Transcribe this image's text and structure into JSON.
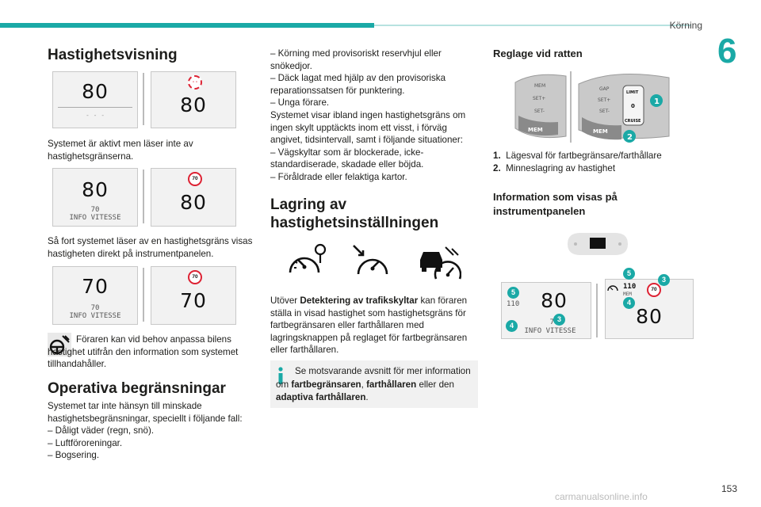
{
  "header": {
    "section": "Körning",
    "chapter": "6"
  },
  "page_number": "153",
  "watermark": "carmanualsonline.info",
  "left": {
    "title": "Hastighetsvisning",
    "displays": [
      {
        "main": "80",
        "secondary": "- - -",
        "sign": "- -",
        "right_main": "80"
      },
      {
        "main": "80",
        "secondary": "70",
        "info": "INFO VITESSE",
        "sign": "70",
        "right_main": "80"
      },
      {
        "main": "70",
        "secondary": "70",
        "info": "INFO VITESSE",
        "sign": "70",
        "right_main": "70"
      }
    ],
    "caption1": "Systemet är aktivt men läser inte av hastighetsgränserna.",
    "caption2": "Så fort systemet läser av en hastighetsgräns visas hastigheten direkt på instrumentpanelen.",
    "note": "Föraren kan vid behov anpassa bilens hastighet utifrån den information som systemet tillhandahåller.",
    "limits_title": "Operativa begränsningar",
    "limits_intro": "Systemet tar inte hänsyn till minskade hastighetsbegränsningar, speciellt i följande fall:",
    "limits_list": [
      "– Dåligt väder (regn, snö).",
      "– Luftföroreningar.",
      "– Bogsering."
    ]
  },
  "middle": {
    "list": [
      "– Körning med provisoriskt reservhjul eller snökedjor.",
      "– Däck lagat med hjälp av den provisoriska reparationssatsen för punktering.",
      "– Unga förare."
    ],
    "paragraph": "Systemet visar ibland ingen hastighetsgräns om ingen skylt upptäckts inom ett visst, i förväg angivet, tidsintervall, samt i följande situationer:",
    "list2": [
      "– Vägskyltar som är blockerade, icke-standardiserade, skadade eller böjda.",
      "– Föråldrade eller felaktiga kartor."
    ],
    "storage_title": "Lagring av hastighetsinställningen",
    "storage_para": {
      "pre": "Utöver ",
      "bold": "Detektering av trafikskyltar",
      "post": " kan föraren ställa in visad hastighet som hastighetsgräns för fartbegränsaren eller farthållaren med lagringsknappen på reglaget för fartbegränsaren eller farthållaren."
    },
    "info": {
      "pre": "Se motsvarande avsnitt för mer information om ",
      "b1": "fartbegränsaren",
      "mid": ", ",
      "b2": "farthållaren",
      "mid2": " eller den ",
      "b3": "adaptiva farthållaren",
      "post": "."
    }
  },
  "right": {
    "controls_title": "Reglage vid ratten",
    "stalk_labels": {
      "mem": "MEM",
      "set_plus": "SET+",
      "set_minus": "SET-",
      "limit": "LIMIT",
      "cruise": "CRUISE",
      "gap": "GAP",
      "zero": "0"
    },
    "items": [
      {
        "num": "1.",
        "text": "Lägesval för fartbegränsare/farthållare"
      },
      {
        "num": "2.",
        "text": "Minneslagring av hastighet"
      }
    ],
    "panel_title": "Information som visas på instrumentpanelen",
    "cluster": {
      "left_main": "80",
      "left_small": "110",
      "left_small2": "70",
      "info": "INFO VITESSE",
      "right_small": "110",
      "right_mem": "MEM",
      "right_sign": "70",
      "right_main": "80"
    },
    "badges": [
      "1",
      "2",
      "3",
      "4",
      "5"
    ]
  }
}
